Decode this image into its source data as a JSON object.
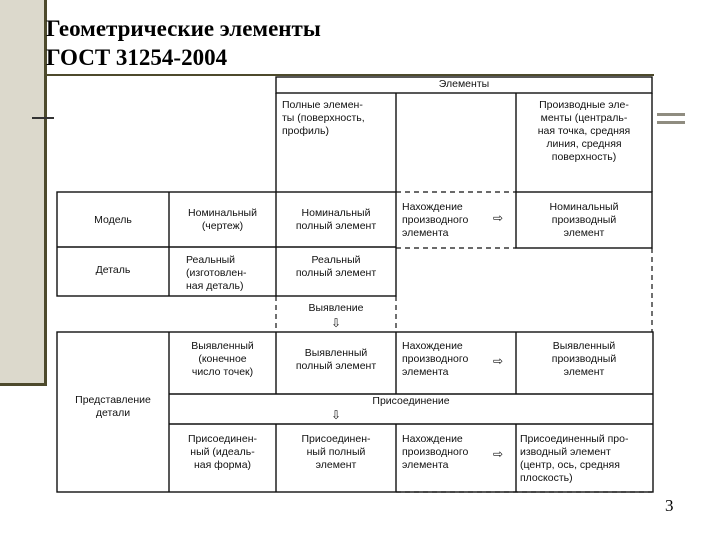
{
  "slide": {
    "title_line1": "Геометрические элементы",
    "title_line2": "ГОСТ 31254-2004",
    "page_number": "3"
  },
  "diagram": {
    "header": "Элементы",
    "full_elements": "Полные элемен-\nты (поверхность,\nпрофиль)",
    "derived_elements": "Производные эле-\nменты (централь-\nная точка, средняя\nлиния, средняя\nповерхность)",
    "rows": {
      "model": {
        "label": "Модель",
        "kind": "Номинальный\n(чертеж)",
        "full": "Номинальный\nполный элемент",
        "finding": "Нахождение\nпроизводного\nэлемента",
        "derived": "Номинальный\nпроизводный\nэлемент"
      },
      "part": {
        "label": "Деталь",
        "kind": "Реальный\n(изготовлен-\nная деталь)",
        "full": "Реальный\nполный элемент"
      },
      "detection": "Выявление",
      "representation": {
        "label": "Представление\nдетали",
        "extracted_kind": "Выявленный\n(конечное\nчисло точек)",
        "extracted_full": "Выявленный\nполный элемент",
        "extracted_finding": "Нахождение\nпроизводного\nэлемента",
        "extracted_derived": "Выявленный\nпроизводный\nэлемент",
        "association": "Присоединение",
        "assoc_kind": "Присоединен-\nный (идеаль-\nная форма)",
        "assoc_full": "Присоединен-\nный полный\nэлемент",
        "assoc_finding": "Нахождение\nпроизводного\nэлемента",
        "assoc_derived": "Присоединенный про-\nизводный элемент\n(центр, ось, средняя\nплоскость)"
      }
    },
    "arrow_right": "⇨",
    "arrow_down": "⇩"
  }
}
